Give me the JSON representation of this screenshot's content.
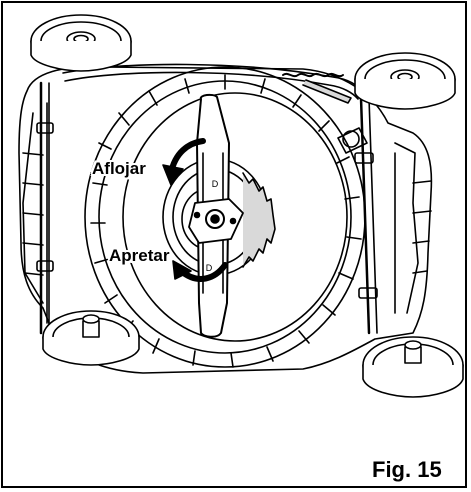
{
  "labels": {
    "loosen": "Aflojar",
    "tighten": "Apretar",
    "figure": "Fig. 15"
  },
  "colors": {
    "ink": "#000000",
    "paper": "#ffffff",
    "shade": "#d9d9d9"
  }
}
